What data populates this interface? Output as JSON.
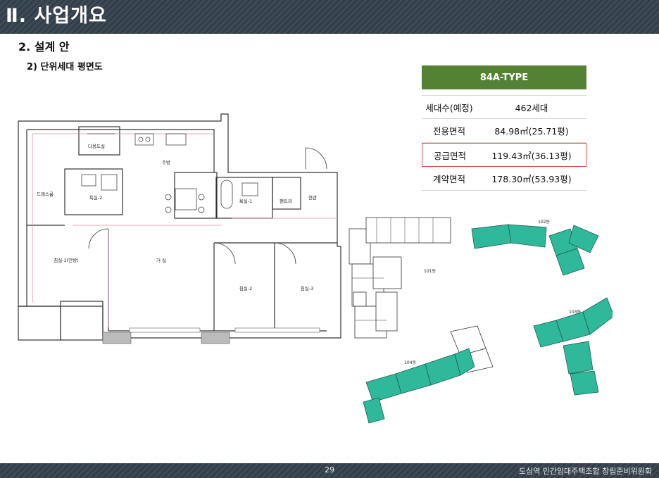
{
  "header": {
    "title": "Ⅱ. 사업개요"
  },
  "section": {
    "title": "2. 설계 안",
    "subtitle": "2) 단위세대 평면도"
  },
  "spec_table": {
    "type": "84A-TYPE",
    "rows": [
      {
        "label": "세대수(예정)",
        "value": "462세대"
      },
      {
        "label": "전용면적",
        "value": "84.98㎡(25.71평)"
      },
      {
        "label": "공급면적",
        "value": "119.43㎡(36.13평)"
      },
      {
        "label": "계약면적",
        "value": "178.30㎡(53.93평)"
      }
    ]
  },
  "floor_plan": {
    "rooms": {
      "dress": "드레스룸",
      "bath_master": "욕실-2",
      "utility": "다용도실",
      "kitchen": "주방",
      "bath": "욕실-1",
      "pantry": "팬트리",
      "entrance": "현관",
      "master": "침실-1(안방)",
      "living": "거 실",
      "bed2": "침실-2",
      "bed3": "침실-3"
    }
  },
  "site_plan": {
    "buildings": {
      "b101": "101동",
      "b102": "102동",
      "b103": "103동",
      "b104": "104동"
    },
    "colors": {
      "highlight": "#2fb89a",
      "normal": "#ffffff"
    }
  },
  "footer": {
    "page": "29",
    "org": "도심역 민간임대주택조합 창립준비위원회"
  }
}
